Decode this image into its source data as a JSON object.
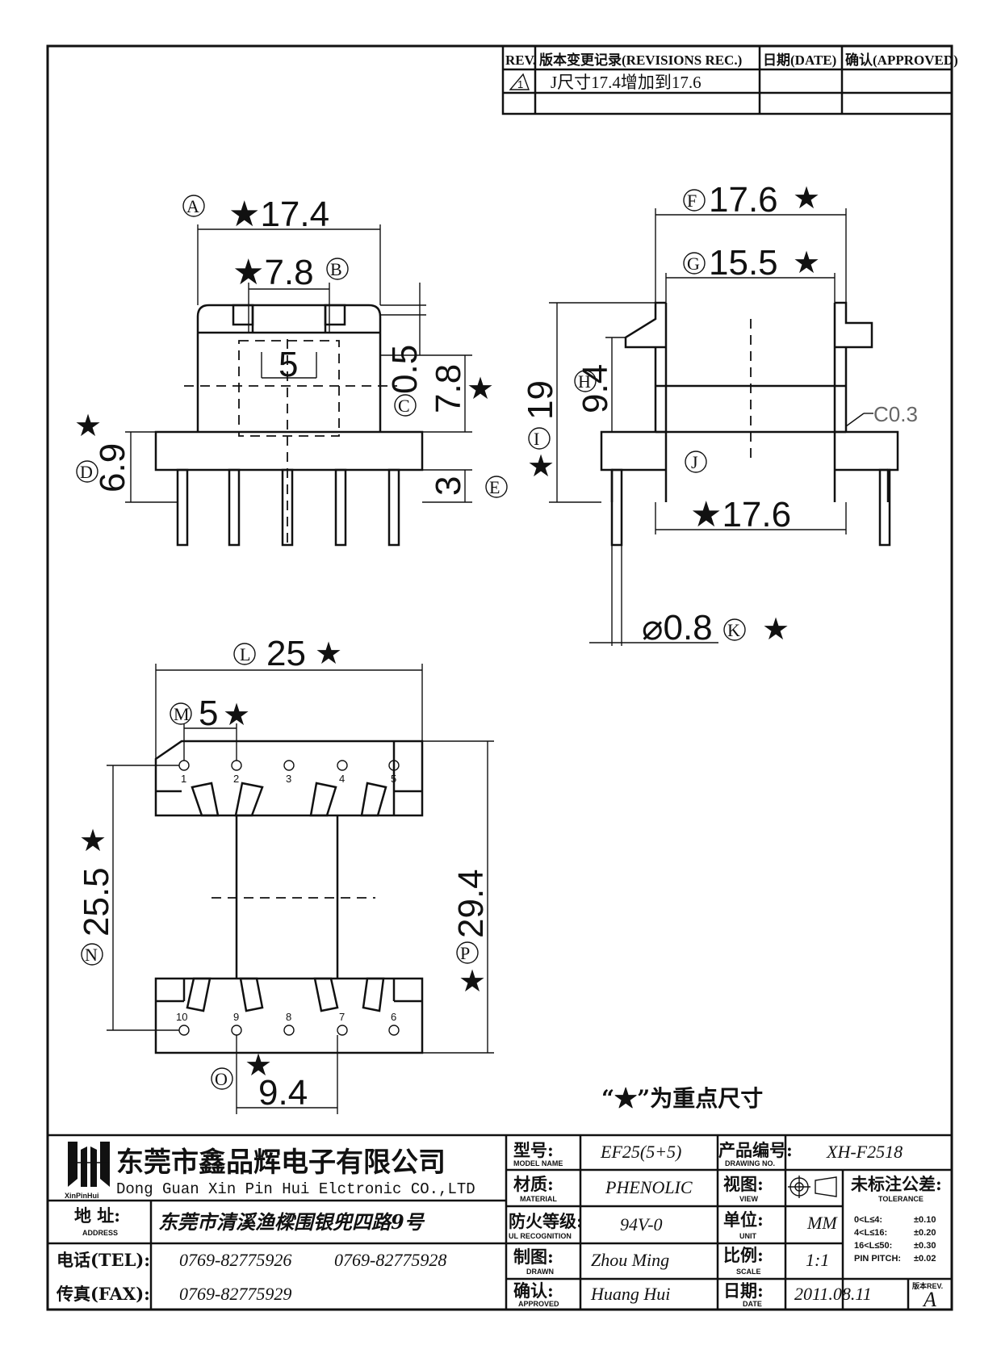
{
  "revisions": {
    "headers": {
      "rev": "REV.",
      "desc": "版本变更记录(REVISIONS REC.)",
      "date": "日期(DATE)",
      "approved": "确认(APPROVED)"
    },
    "rows": [
      {
        "rev": "1",
        "desc": "J尺寸17.4增加到17.6",
        "date": "",
        "approved": ""
      }
    ]
  },
  "dimensions": {
    "A": "★17.4",
    "B": "★7.8",
    "inner_5": "5",
    "C_gap": "0.5",
    "C": "7.8",
    "D": "6.9",
    "E": "3",
    "F": "17.6",
    "G": "15.5",
    "H": "9.4",
    "I": "19",
    "J": "★17.6",
    "chamfer": "C0.3",
    "K": "⌀0.8",
    "L": "25",
    "M": "5",
    "N": "25.5",
    "O": "9.4",
    "P": "29.4"
  },
  "markers": {
    "A": "A",
    "B": "B",
    "C": "C",
    "D": "D",
    "E": "E",
    "F": "F",
    "G": "G",
    "H": "H",
    "I": "I",
    "J": "J",
    "K": "K",
    "L": "L",
    "M": "M",
    "N": "N",
    "O": "O",
    "P": "P"
  },
  "star": "★",
  "pins_top": [
    "1",
    "2",
    "3",
    "4",
    "5"
  ],
  "pins_bottom": [
    "10",
    "9",
    "8",
    "7",
    "6"
  ],
  "note": "“★”为重点尺寸",
  "company": {
    "name_cn": "东莞市鑫品辉电子有限公司",
    "name_en": "Dong Guan Xin Pin Hui Elctronic CO.,LTD",
    "logo_text": "XinPinHui"
  },
  "contact": {
    "address_label": "地 址:",
    "address_sub": "ADDRESS",
    "address": "东莞市清溪渔樑围银兜四路9号",
    "tel_label": "电话(TEL):",
    "tel1": "0769-82775926",
    "tel2": "0769-82775928",
    "fax_label": "传真(FAX):",
    "fax": "0769-82775929"
  },
  "title_block": {
    "model_label": "型号:",
    "model_sub": "MODEL NAME",
    "model": "EF25(5+5)",
    "material_label": "材质:",
    "material_sub": "MATERIAL",
    "material": "PHENOLIC",
    "fire_label": "防火等级:",
    "fire_sub": "UL RECOGNITION",
    "fire": "94V-0",
    "drawn_label": "制图:",
    "drawn_sub": "DRAWN",
    "drawn": "Zhou Ming",
    "approved_label": "确认:",
    "approved_sub": "APPROVED",
    "approved": "Huang Hui",
    "drawing_no_label": "产品编号:",
    "drawing_no_sub": "DRAWING NO.",
    "drawing_no": "XH-F2518",
    "view_label": "视图:",
    "view_sub": "VIEW",
    "unit_label": "单位:",
    "unit_sub": "UNIT",
    "unit": "MM",
    "scale_label": "比例:",
    "scale_sub": "SCALE",
    "scale": "1:1",
    "date_label": "日期:",
    "date_sub": "DATE",
    "date": "2011.08.11",
    "tol_label": "未标注公差:",
    "tol_sub": "TOLERANCE",
    "tolerances": [
      {
        "range": "0<L≤4:",
        "value": "±0.10"
      },
      {
        "range": "4<L≤16:",
        "value": "±0.20"
      },
      {
        "range": "16<L≤50:",
        "value": "±0.30"
      },
      {
        "range": "PIN PITCH:",
        "value": "±0.02"
      }
    ],
    "version_label": "版本REV.",
    "version": "A"
  }
}
